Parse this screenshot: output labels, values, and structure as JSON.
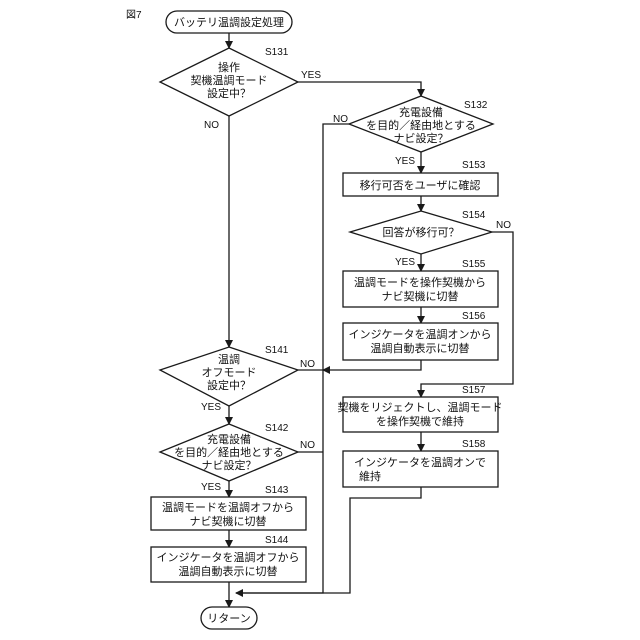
{
  "figure_label": "図7",
  "start": "バッテリ温調設定処理",
  "end": "リターン",
  "yes": "YES",
  "no": "NO",
  "nodes": {
    "s131": {
      "id": "S131",
      "lines": [
        "操作",
        "契機温調モード",
        "設定中？"
      ]
    },
    "s132": {
      "id": "S132",
      "lines": [
        "充電設備",
        "を目的／経由地とする",
        "ナビ設定？"
      ]
    },
    "s153": {
      "id": "S153",
      "lines": [
        "移行可否をユーザに確認"
      ]
    },
    "s154": {
      "id": "S154",
      "lines": [
        "回答が移行可？"
      ]
    },
    "s155": {
      "id": "S155",
      "lines": [
        "温調モードを操作契機から",
        "ナビ契機に切替"
      ]
    },
    "s156": {
      "id": "S156",
      "lines": [
        "インジケータを温調オンから",
        "温調自動表示に切替"
      ]
    },
    "s157": {
      "id": "S157",
      "lines": [
        "契機をリジェクトし、温調モード",
        "を操作契機で維持"
      ]
    },
    "s158": {
      "id": "S158",
      "lines": [
        "インジケータを温調オンで",
        "維持"
      ]
    },
    "s141": {
      "id": "S141",
      "lines": [
        "温調",
        "オフモード",
        "設定中？"
      ]
    },
    "s142": {
      "id": "S142",
      "lines": [
        "充電設備",
        "を目的／経由地とする",
        "ナビ設定？"
      ]
    },
    "s143": {
      "id": "S143",
      "lines": [
        "温調モードを温調オフから",
        "ナビ契機に切替"
      ]
    },
    "s144": {
      "id": "S144",
      "lines": [
        "インジケータを温調オフから",
        "温調自動表示に切替"
      ]
    }
  }
}
